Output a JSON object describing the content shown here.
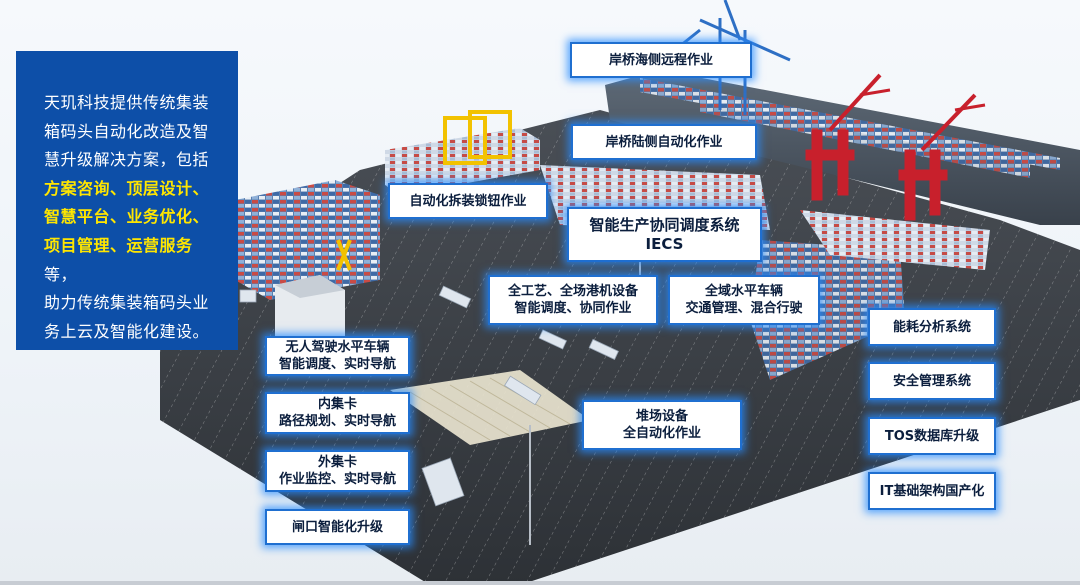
{
  "intro": {
    "lines": [
      {
        "parts": [
          {
            "t": "天玑科技提供传统集装",
            "hl": false
          }
        ]
      },
      {
        "parts": [
          {
            "t": "箱码头自动化改造及智",
            "hl": false
          }
        ]
      },
      {
        "parts": [
          {
            "t": "慧升级解决方案，包括",
            "hl": false
          }
        ]
      },
      {
        "parts": [
          {
            "t": "方案咨询、顶层设计、",
            "hl": true
          }
        ]
      },
      {
        "parts": [
          {
            "t": "智慧平台、业务优化、",
            "hl": true
          }
        ]
      },
      {
        "parts": [
          {
            "t": "项目管理、运营服务",
            "hl": true
          },
          {
            "t": "等，",
            "hl": false
          }
        ]
      },
      {
        "parts": [
          {
            "t": "助力传统集装箱码头业",
            "hl": false
          }
        ]
      },
      {
        "parts": [
          {
            "t": "务上云及智能化建设。",
            "hl": false
          }
        ]
      }
    ]
  },
  "labels": {
    "quay_sea": [
      "岸桥海侧远程作业"
    ],
    "quay_land": [
      "岸桥陆侧自动化作业"
    ],
    "lashing": [
      "自动化拆装锁钮作业"
    ],
    "iecs": [
      "智能生产协同调度系统",
      "IECS"
    ],
    "full_process": [
      "全工艺、全场港机设备",
      "智能调度、协同作业"
    ],
    "horizontal": [
      "全域水平车辆",
      "交通管理、混合行驶"
    ],
    "driverless": [
      "无人驾驶水平车辆",
      "智能调度、实时导航"
    ],
    "inner_truck": [
      "内集卡",
      "路径规划、实时导航"
    ],
    "outer_truck": [
      "外集卡",
      "作业监控、实时导航"
    ],
    "gate": [
      "闸口智能化升级"
    ],
    "yard": [
      "堆场设备",
      "全自动化作业"
    ],
    "energy": [
      "能耗分析系统"
    ],
    "safety": [
      "安全管理系统"
    ],
    "tos": [
      "TOS数据库升级"
    ],
    "it": [
      "IT基础架构国产化"
    ]
  },
  "colors": {
    "panel_blue": "#0d4fa8",
    "highlight_yellow": "#ffe600",
    "label_glow": "#288cff",
    "crane_red": "#c8202c",
    "crane_blue": "#2e6fc4",
    "gantry_yellow": "#f2c200"
  }
}
